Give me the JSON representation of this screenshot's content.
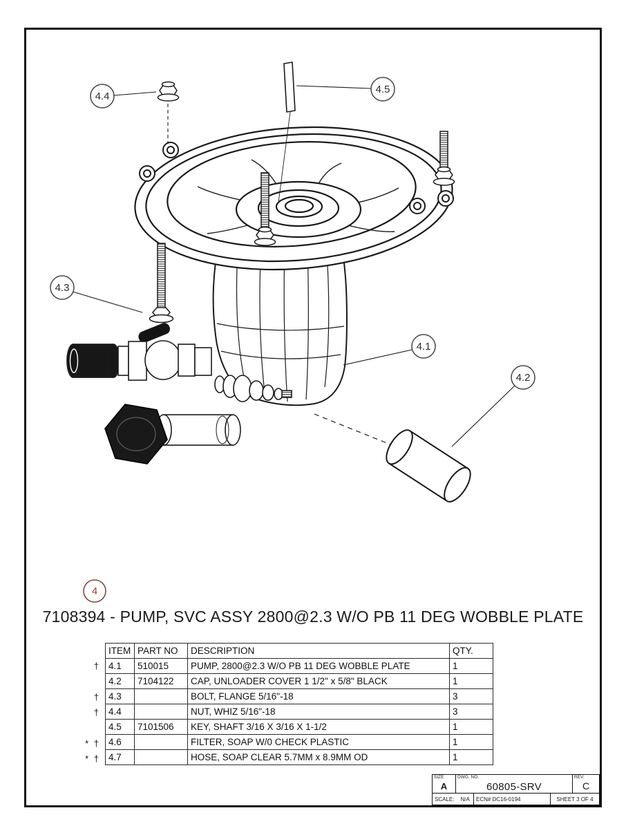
{
  "page": {
    "drawing_title": "7108394 - PUMP, SVC ASSY 2800@2.3 W/O PB 11 DEG WOBBLE PLATE"
  },
  "callouts": {
    "group": "4",
    "items": [
      {
        "label": "4.1"
      },
      {
        "label": "4.2"
      },
      {
        "label": "4.3"
      },
      {
        "label": "4.4"
      },
      {
        "label": "4.5"
      }
    ]
  },
  "table": {
    "headers": [
      "ITEM",
      "PART NO",
      "DESCRIPTION",
      "QTY."
    ],
    "rows": [
      {
        "marks": "†",
        "item": "4.1",
        "part_no": "510015",
        "description": "PUMP, 2800@2.3 W/O PB 11 DEG WOBBLE PLATE",
        "qty": "1"
      },
      {
        "marks": "",
        "item": "4.2",
        "part_no": "7104122",
        "description": "CAP, UNLOADER COVER 1 1/2\" x 5/8\" BLACK",
        "qty": "1"
      },
      {
        "marks": "†",
        "item": "4.3",
        "part_no": "",
        "description": "BOLT, FLANGE 5/16\"-18",
        "qty": "3"
      },
      {
        "marks": "†",
        "item": "4.4",
        "part_no": "",
        "description": "NUT, WHIZ 5/16\"-18",
        "qty": "3"
      },
      {
        "marks": "",
        "item": "4.5",
        "part_no": "7101506",
        "description": "KEY, SHAFT 3/16 X 3/16 X 1-1/2",
        "qty": "1"
      },
      {
        "marks": "* †",
        "item": "4.6",
        "part_no": "",
        "description": "FILTER, SOAP W/0 CHECK PLASTIC",
        "qty": "1"
      },
      {
        "marks": "* †",
        "item": "4.7",
        "part_no": "",
        "description": "HOSE, SOAP CLEAR 5.7MM x 8.9MM OD",
        "qty": "1"
      }
    ]
  },
  "title_block": {
    "size_label": "SIZE",
    "size_value": "A",
    "dwg_label": "DWG.  NO.",
    "dwg_value": "60805-SRV",
    "rev_label": "REV.",
    "rev_value": "C",
    "scale_label": "SCALE:",
    "scale_value": "N/A",
    "ecn": "ECN# DC16-0194",
    "sheet": "SHEET 3 OF 4"
  },
  "colors": {
    "line": "#1a1a1a",
    "group_callout_stroke": "#7b4a3b",
    "group_callout_text": "#b03a2a"
  }
}
